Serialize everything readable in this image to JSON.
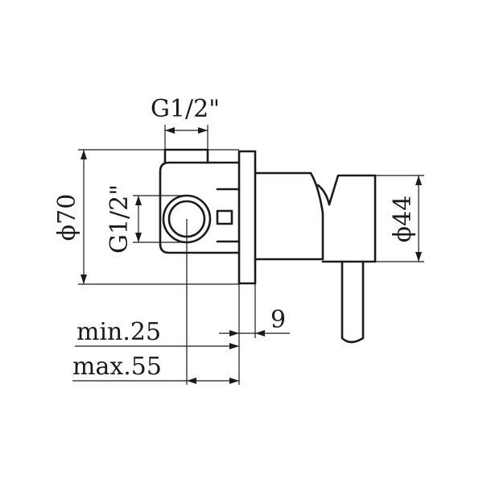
{
  "dimensions": {
    "top_thread": "G1/2\"",
    "side_thread": "G1/2\"",
    "flange_diameter": "ϕ70",
    "handle_diameter": "ϕ44",
    "cover_thickness": "9",
    "min_depth": "min.25",
    "max_depth": "max.55"
  }
}
